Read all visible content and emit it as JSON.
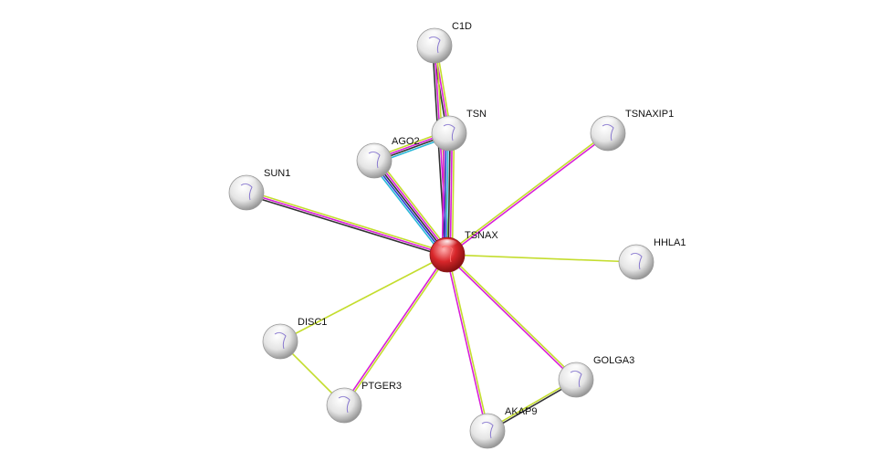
{
  "network": {
    "query_protein": "TSNAX",
    "colors": {
      "textmining": "#c4dd2e",
      "experiments": "#d81fd8",
      "coexpression": "#333333",
      "databases": "#29b8d8",
      "cooccurrence": "#2a3ad0",
      "query_node": "#d8262a",
      "partner_node": "#e6e6e6"
    },
    "nodes": [
      {
        "id": "TSNAX",
        "label": "TSNAX",
        "query": true
      },
      {
        "id": "C1D",
        "label": "C1D"
      },
      {
        "id": "TSN",
        "label": "TSN"
      },
      {
        "id": "AGO2",
        "label": "AGO2"
      },
      {
        "id": "TSNAXIP1",
        "label": "TSNAXIP1"
      },
      {
        "id": "SUN1",
        "label": "SUN1"
      },
      {
        "id": "HHLA1",
        "label": "HHLA1"
      },
      {
        "id": "DISC1",
        "label": "DISC1"
      },
      {
        "id": "PTGER3",
        "label": "PTGER3"
      },
      {
        "id": "GOLGA3",
        "label": "GOLGA3"
      },
      {
        "id": "AKAP9",
        "label": "AKAP9"
      }
    ],
    "edges": [
      {
        "a": "C1D",
        "b": "TSN",
        "evidence": [
          "textmining",
          "experiments",
          "coexpression"
        ]
      },
      {
        "a": "C1D",
        "b": "TSNAX",
        "evidence": [
          "textmining",
          "experiments",
          "coexpression"
        ]
      },
      {
        "a": "TSN",
        "b": "AGO2",
        "evidence": [
          "databases",
          "coexpression",
          "experiments",
          "textmining"
        ]
      },
      {
        "a": "AGO2",
        "b": "TSNAX",
        "evidence": [
          "textmining",
          "experiments",
          "coexpression",
          "cooccurrence",
          "databases"
        ]
      },
      {
        "a": "TSN",
        "b": "TSNAX",
        "evidence": [
          "textmining",
          "experiments",
          "coexpression",
          "databases",
          "cooccurrence",
          "experiments"
        ]
      },
      {
        "a": "TSNAXIP1",
        "b": "TSNAX",
        "evidence": [
          "experiments",
          "textmining"
        ]
      },
      {
        "a": "SUN1",
        "b": "TSNAX",
        "evidence": [
          "textmining",
          "experiments",
          "coexpression"
        ]
      },
      {
        "a": "HHLA1",
        "b": "TSNAX",
        "evidence": [
          "textmining"
        ]
      },
      {
        "a": "DISC1",
        "b": "TSNAX",
        "evidence": [
          "textmining"
        ]
      },
      {
        "a": "DISC1",
        "b": "PTGER3",
        "evidence": [
          "textmining"
        ]
      },
      {
        "a": "PTGER3",
        "b": "TSNAX",
        "evidence": [
          "experiments",
          "textmining"
        ]
      },
      {
        "a": "AKAP9",
        "b": "TSNAX",
        "evidence": [
          "experiments",
          "textmining"
        ]
      },
      {
        "a": "GOLGA3",
        "b": "TSNAX",
        "evidence": [
          "experiments",
          "textmining"
        ]
      },
      {
        "a": "AKAP9",
        "b": "GOLGA3",
        "evidence": [
          "textmining",
          "coexpression"
        ]
      }
    ]
  }
}
